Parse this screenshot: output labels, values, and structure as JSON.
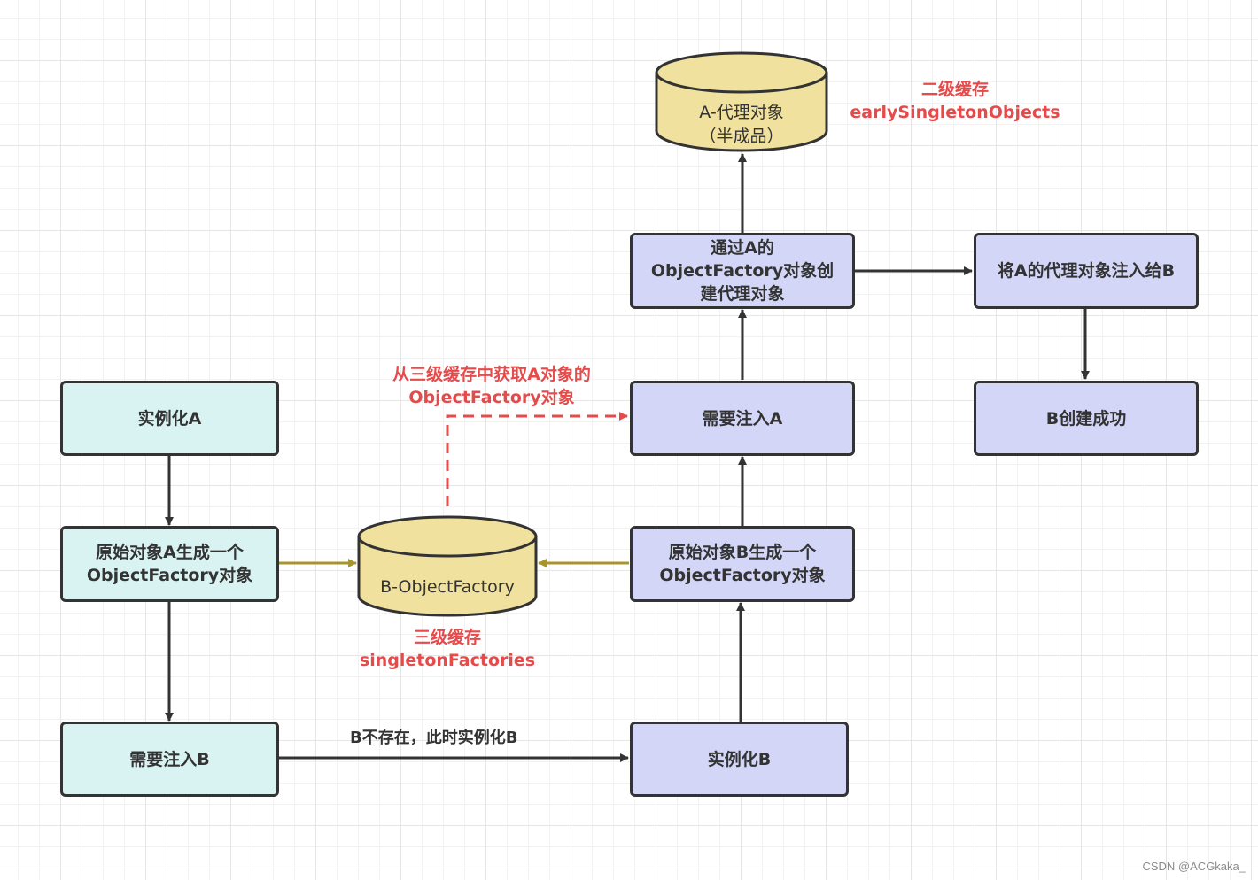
{
  "nodes": {
    "instantiate_a": "实例化A",
    "raw_a_factory": "原始对象A生成一个\nObjectFactory对象",
    "need_inject_b": "需要注入B",
    "b_object_factory_db": "B-ObjectFactory",
    "instantiate_b": "实例化B",
    "raw_b_factory": "原始对象B生成一个\nObjectFactory对象",
    "need_inject_a": "需要注入A",
    "create_proxy": "通过A的\nObjectFactory对象创\n建代理对象",
    "a_proxy_db": "A-代理对象\n（半成品）",
    "inject_proxy_to_b": "将A的代理对象注入给B",
    "b_created": "B创建成功"
  },
  "annotations": {
    "second_level_cache": "二级缓存\nearlySingletonObjects",
    "third_level_cache": "三级缓存\nsingletonFactories",
    "get_factory_from_cache": "从三级缓存中获取A对象的\nObjectFactory对象"
  },
  "edge_labels": {
    "b_not_exist": "B不存在，此时实例化B"
  },
  "colors": {
    "teal_fill": "#d9f3f3",
    "lavender_fill": "#d3d6f7",
    "db_fill": "#f0e19e",
    "stroke": "#333333",
    "red_accent": "#e54b4b",
    "olive_edge": "#a8942c"
  },
  "watermark": "CSDN @ACGkaka_"
}
